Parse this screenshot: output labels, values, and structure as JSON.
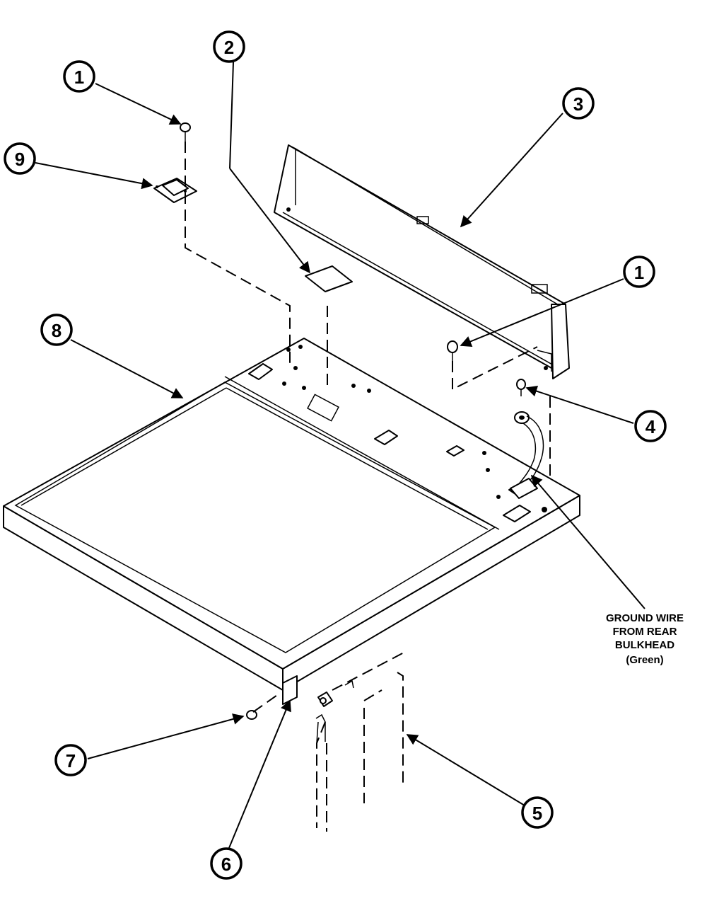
{
  "callouts": [
    {
      "id": "c1a",
      "label": "1"
    },
    {
      "id": "c2",
      "label": "2"
    },
    {
      "id": "c3",
      "label": "3"
    },
    {
      "id": "c9",
      "label": "9"
    },
    {
      "id": "c1b",
      "label": "1"
    },
    {
      "id": "c8",
      "label": "8"
    },
    {
      "id": "c4",
      "label": "4"
    },
    {
      "id": "c7",
      "label": "7"
    },
    {
      "id": "c5",
      "label": "5"
    },
    {
      "id": "c6",
      "label": "6"
    }
  ],
  "note": {
    "line1": "GROUND WIRE",
    "line2": "FROM REAR",
    "line3": "BULKHEAD",
    "line4": "(Green)"
  },
  "colors": {
    "ink": "#000000",
    "paper": "#ffffff"
  }
}
